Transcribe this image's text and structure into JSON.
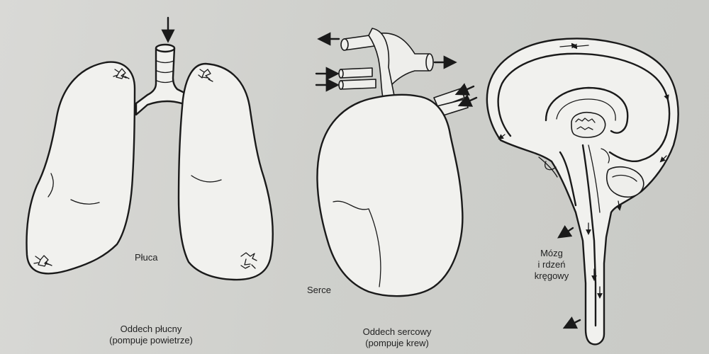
{
  "labels": {
    "lungs": "Płuca",
    "lungs_caption_line1": "Oddech płucny",
    "lungs_caption_line2": "(pompuje powietrze)",
    "heart": "Serce",
    "heart_caption_line1": "Oddech sercowy",
    "heart_caption_line2": "(pompuje krew)",
    "brain_line1": "Mózg",
    "brain_line2": "i rdzeń",
    "brain_line3": "kręgowy"
  },
  "colors": {
    "paper": "#d4d4d1",
    "ink": "#1a1a1a",
    "organ_fill": "#f1f1ee"
  }
}
